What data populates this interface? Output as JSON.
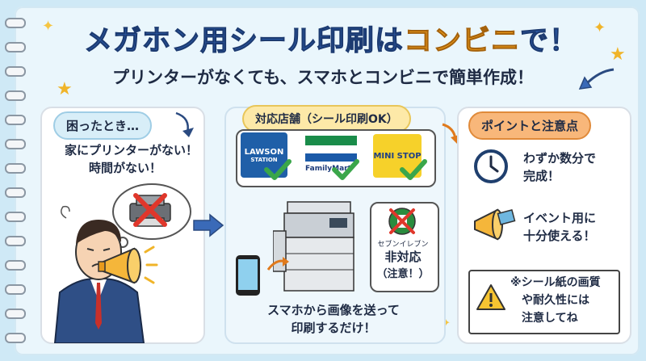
{
  "title": {
    "part1": "メガホン用シール印刷は",
    "part2": "コンビニ",
    "part3": "で！"
  },
  "subtitle": "プリンターがなくても、スマホとコンビニで簡単作成！",
  "left": {
    "tag": "困ったとき…",
    "line1": "家にプリンターがない！",
    "line2": "時間がない！"
  },
  "middle": {
    "tag": "対応店舗（シール印刷OK）",
    "stores": [
      "LAWSON",
      "FamilyMart",
      "MINI STOP"
    ],
    "lawson_sub": "STATION",
    "seven_small": "セブンイレブン",
    "seven_line1": "非対応",
    "seven_line2": "（注意！）",
    "bottom1": "スマホから画像を送って",
    "bottom2": "印刷するだけ！"
  },
  "right": {
    "tag": "ポイントと注意点",
    "p1a": "わずか数分で",
    "p1b": "完成！",
    "p2a": "イベント用に",
    "p2b": "十分使える！",
    "note1": "※シール紙の画質",
    "note2": "や耐久性には",
    "note3": "注意してね"
  },
  "colors": {
    "title_blue": "#2b5aa6",
    "title_orange": "#f4a21c",
    "left_tag": "#d8eef8",
    "mid_tag": "#fde9a8",
    "right_tag": "#f8b77a",
    "check_green": "#3aa64a",
    "cross_red": "#e0372b"
  },
  "icons": [
    "megaphone-icon",
    "printer-icon",
    "clock-icon",
    "warning-icon",
    "smartphone-icon",
    "copier-icon",
    "checkmark-icon",
    "cross-icon",
    "star-icon",
    "arrow-icon"
  ]
}
